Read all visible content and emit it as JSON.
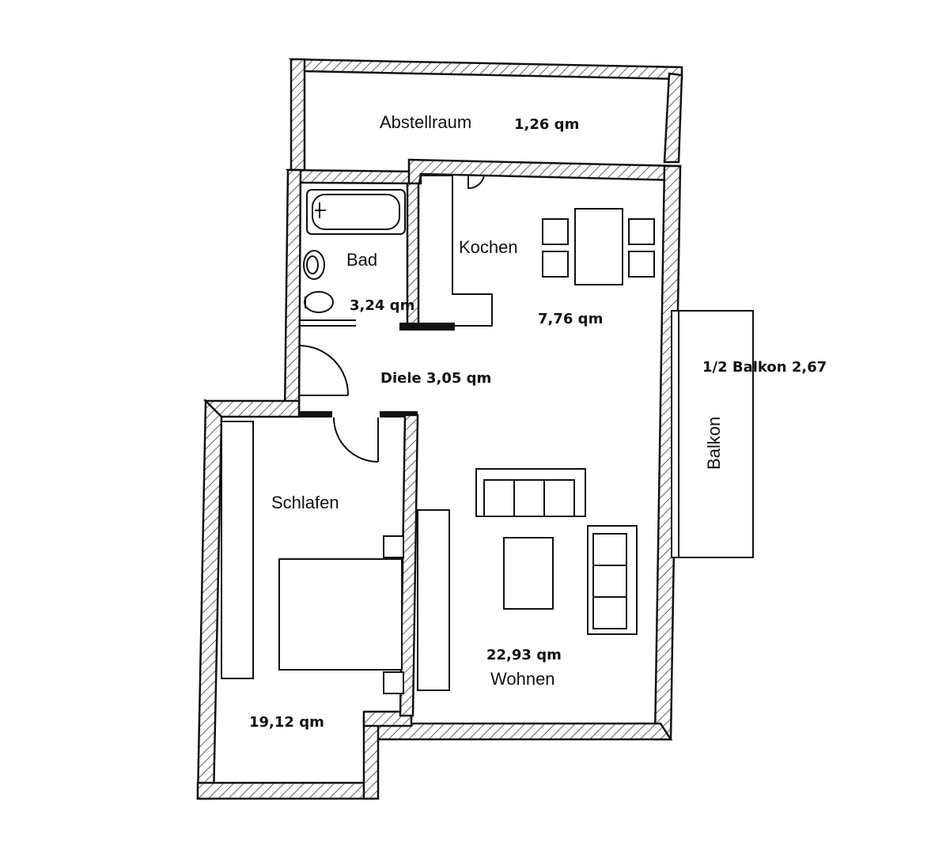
{
  "rooms": {
    "abstellraum": {
      "name": "Abstellraum",
      "area": "1,26 qm"
    },
    "bad": {
      "name": "Bad",
      "area": "3,24 qm"
    },
    "kochen": {
      "name": "Kochen",
      "area": "7,76 qm"
    },
    "diele": {
      "label": "Diele 3,05 qm"
    },
    "schlafen": {
      "name": "Schlafen",
      "area": "19,12 qm"
    },
    "wohnen": {
      "name": "Wohnen",
      "area": "22,93 qm"
    },
    "balkon": {
      "name": "Balkon",
      "note": "1/2 Balkon 2,67"
    }
  }
}
